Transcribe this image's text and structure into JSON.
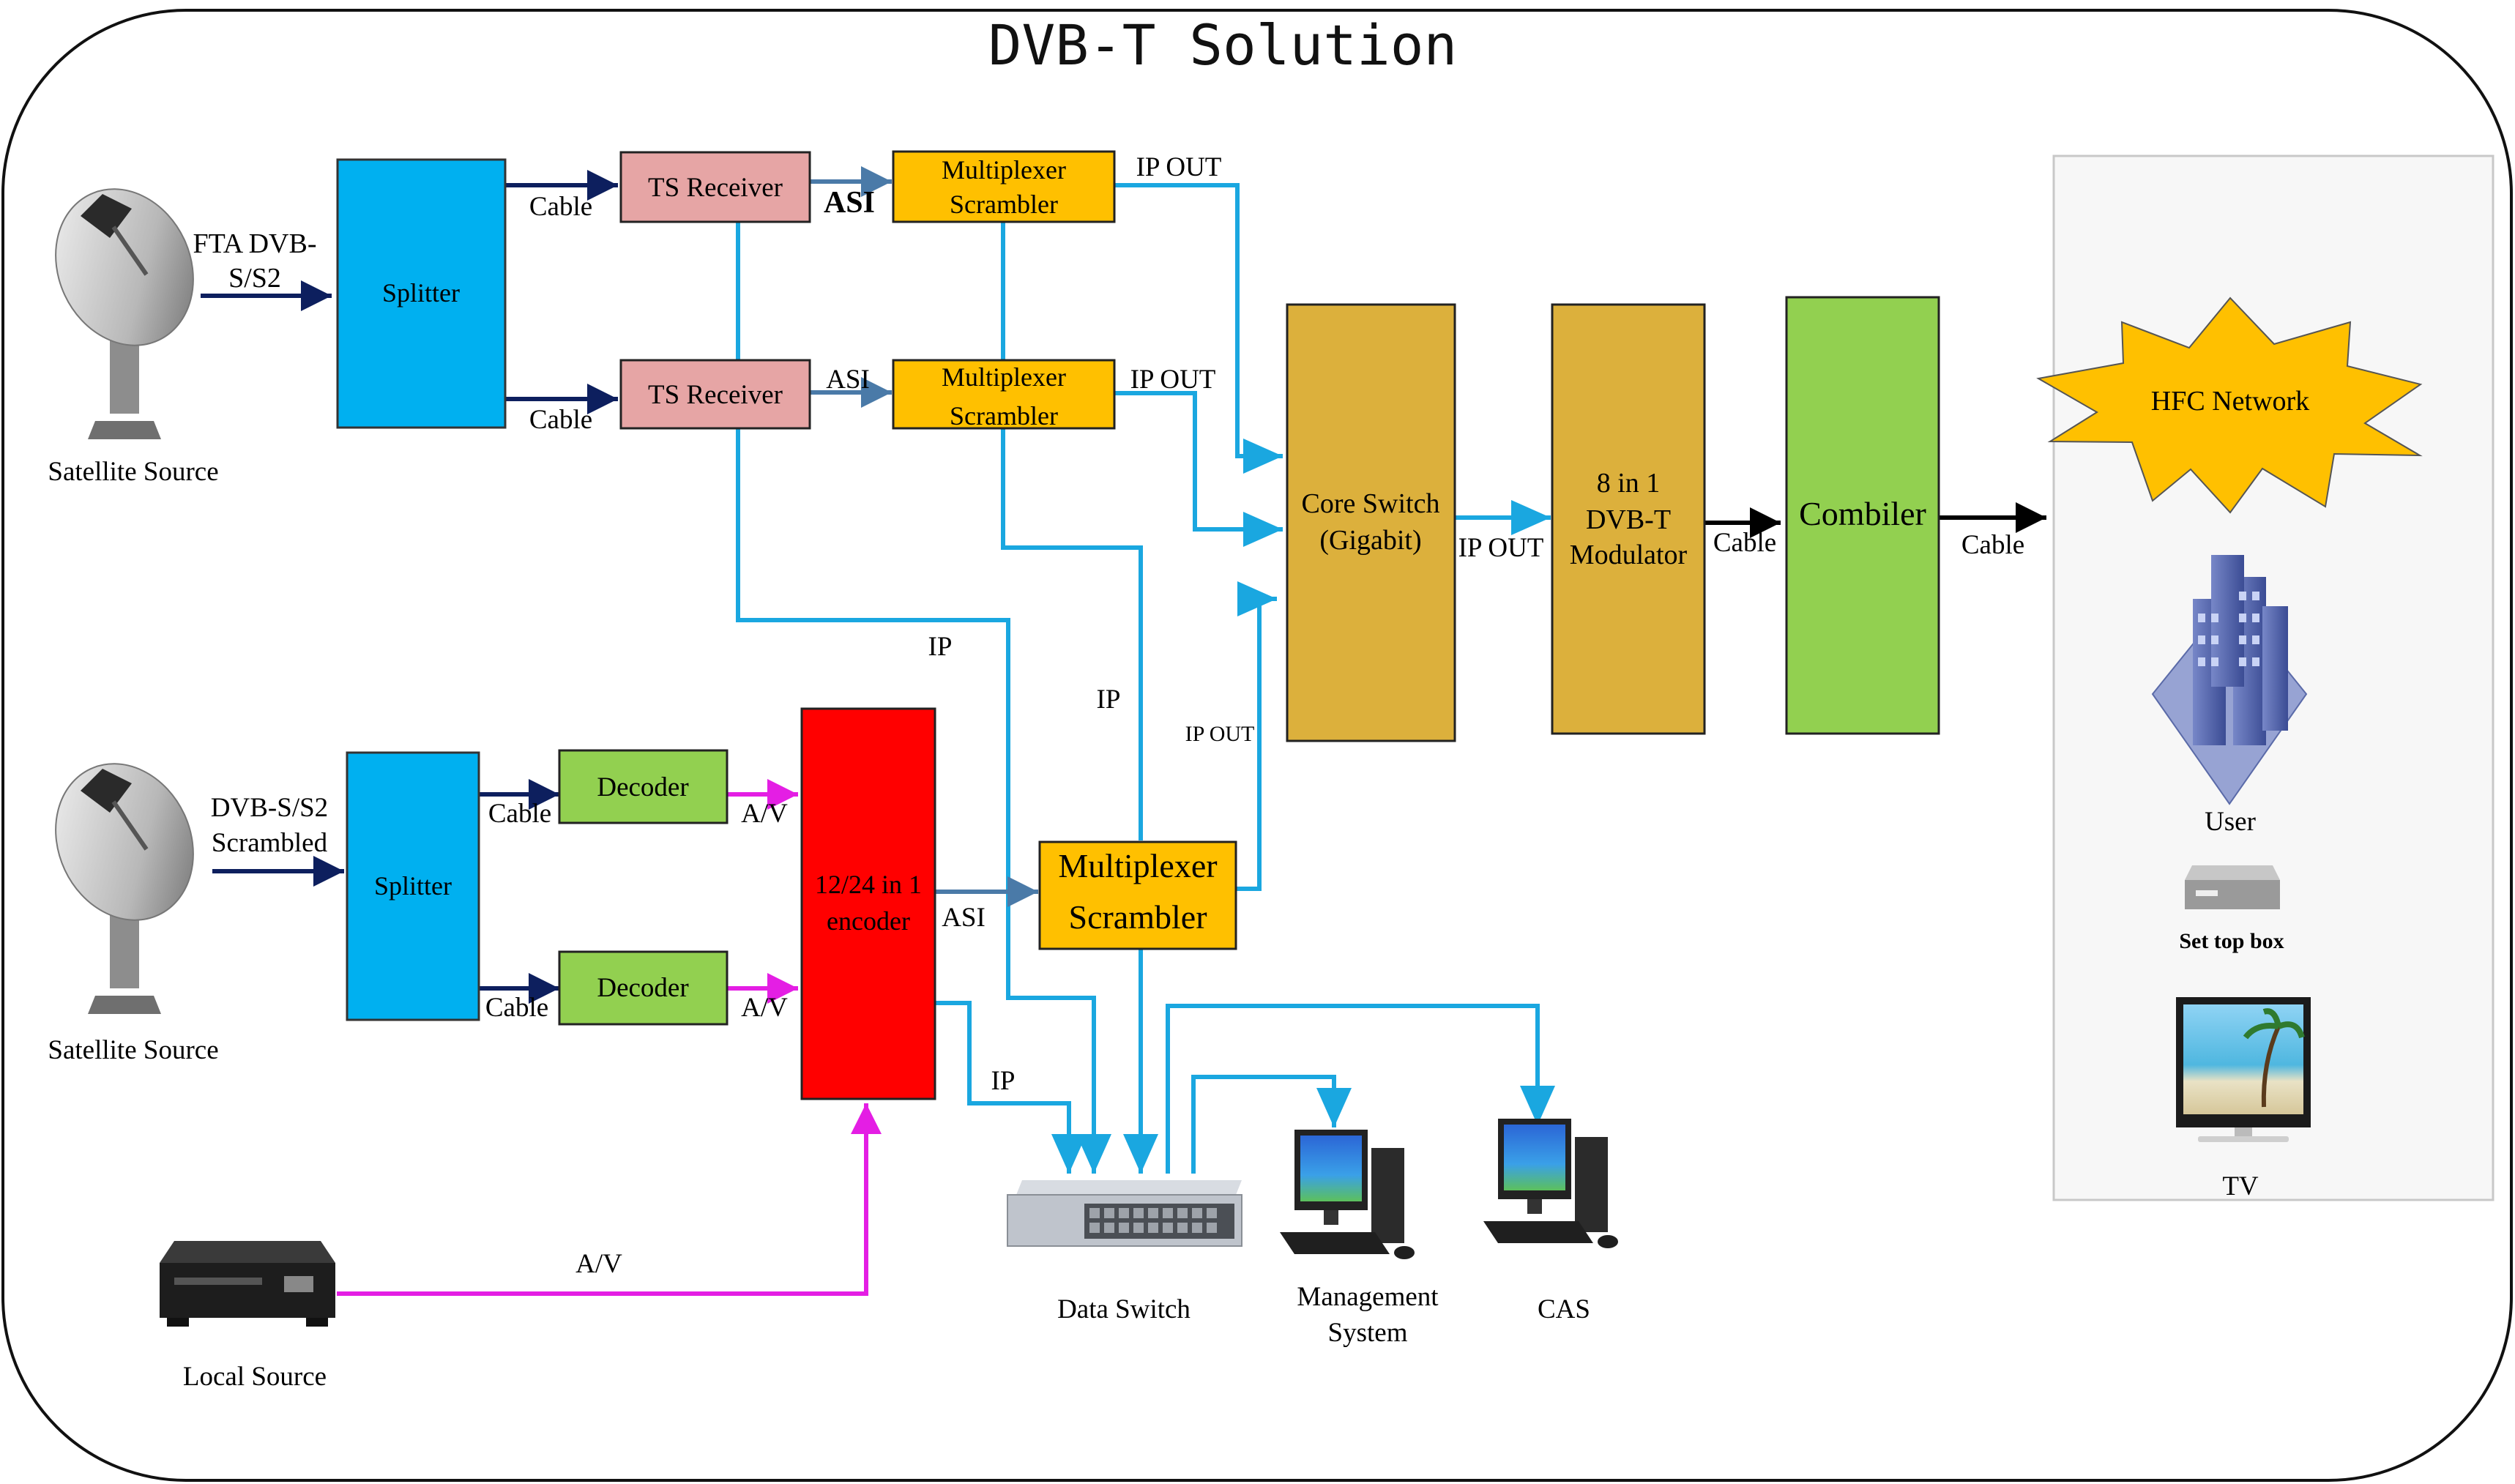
{
  "title": "DVB-T Solution",
  "colors": {
    "splitter": "#00b0f0",
    "ts_receiver": "#e6a5a5",
    "multiplexer": "#ffc000",
    "core_switch": "#dcb03c",
    "modulator": "#dcb03c",
    "combiler": "#92d050",
    "decoder": "#92d050",
    "encoder": "#ff0000",
    "hfc_star": "#ffc000",
    "ip_line": "#1aa7e0",
    "asi_line": "#4a7aa8",
    "cable_line": "#0d1f5e",
    "av_line": "#e41ee4",
    "panel_bg": "#f7f7f7"
  },
  "blocks": {
    "splitter_top": "Splitter",
    "splitter_bottom": "Splitter",
    "ts_receiver_1": "TS Receiver",
    "ts_receiver_2": "TS Receiver",
    "mux1_line1": "Multiplexer",
    "mux1_line2": "Scrambler",
    "mux2_line1": "Multiplexer",
    "mux2_line2": "Scrambler",
    "mux3_line1": "Multiplexer",
    "mux3_line2": "Scrambler",
    "core_switch_line1": "Core Switch",
    "core_switch_line2": "(Gigabit)",
    "modulator_line1": "8 in 1",
    "modulator_line2": "DVB-T",
    "modulator_line3": "Modulator",
    "combiler": "Combiler",
    "decoder_1": "Decoder",
    "decoder_2": "Decoder",
    "encoder_line1": "12/24 in 1",
    "encoder_line2": "encoder",
    "hfc_network": "HFC Network"
  },
  "sources": {
    "satellite_top_label": "Satellite Source",
    "satellite_bottom_label": "Satellite Source",
    "local_source_label": "Local Source",
    "fta_line1": "FTA DVB-",
    "fta_line2": "S/S2",
    "scrambled_line1": "DVB-S/S2",
    "scrambled_line2": "Scrambled"
  },
  "links": {
    "cable": "Cable",
    "asi": "ASI",
    "ip": "IP",
    "ip_out": "IP OUT",
    "av": "A/V"
  },
  "devices": {
    "data_switch": "Data Switch",
    "management_line1": "Management",
    "management_line2": "System",
    "cas": "CAS"
  },
  "user_panel": {
    "user": "User",
    "set_top_box": "Set top box",
    "tv": "TV"
  }
}
